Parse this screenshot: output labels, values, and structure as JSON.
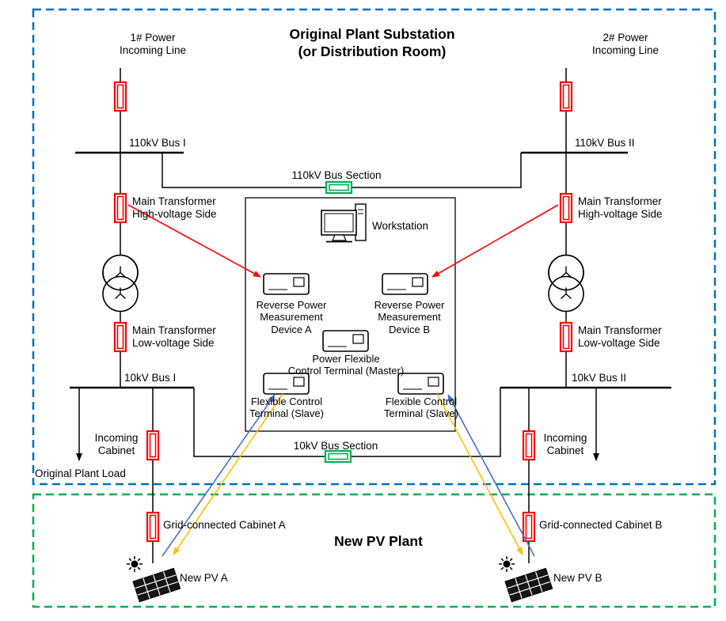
{
  "colors": {
    "substation_border_blue": "#0070C0",
    "pv_border_green": "#00B050",
    "breaker_red": "#FF0000",
    "bus_section_breaker_green": "#00B050",
    "measurement_arrow_red": "#FF0000",
    "signal_arrow_blue": "#4472C4",
    "signal_arrow_yellow": "#FFC000",
    "line_black": "#000000"
  },
  "substation": {
    "title": "Original Plant Substation\n(or Distribution Room)",
    "incoming_line_1": "1# Power\nIncoming Line",
    "incoming_line_2": "2# Power\nIncoming Line",
    "bus_110kv_1": "110kV Bus I",
    "bus_110kv_2": "110kV Bus II",
    "bus_110kv_section": "110kV Bus Section",
    "main_transformer_hv_left": "Main Transformer\nHigh-voltage Side",
    "main_transformer_hv_right": "Main Transformer\nHigh-voltage Side",
    "main_transformer_lv_left": "Main Transformer\nLow-voltage Side",
    "main_transformer_lv_right": "Main Transformer\nLow-voltage Side",
    "bus_10kv_1": "10kV Bus I",
    "bus_10kv_2": "10kV Bus II",
    "bus_10kv_section": "10kV Bus Section",
    "incoming_cabinet_left": "Incoming\nCabinet",
    "incoming_cabinet_right": "Incoming\nCabinet",
    "original_plant_load": "Original Plant Load"
  },
  "control_room": {
    "workstation": "Workstation",
    "reverse_power_device_a": "Reverse Power\nMeasurement\nDevice A",
    "reverse_power_device_b": "Reverse Power\nMeasurement\nDevice B",
    "flexible_control_master": "Power Flexible\nControl Terminal (Master)",
    "flexible_control_slave_left": "Flexible Control\nTerminal (Slave)",
    "flexible_control_slave_right": "Flexible Control\nTerminal (Slave)"
  },
  "pv_plant": {
    "title": "New PV Plant",
    "grid_connected_cabinet_a": "Grid-connected Cabinet A",
    "grid_connected_cabinet_b": "Grid-connected Cabinet B",
    "new_pv_a": "New PV A",
    "new_pv_b": "New PV B"
  }
}
